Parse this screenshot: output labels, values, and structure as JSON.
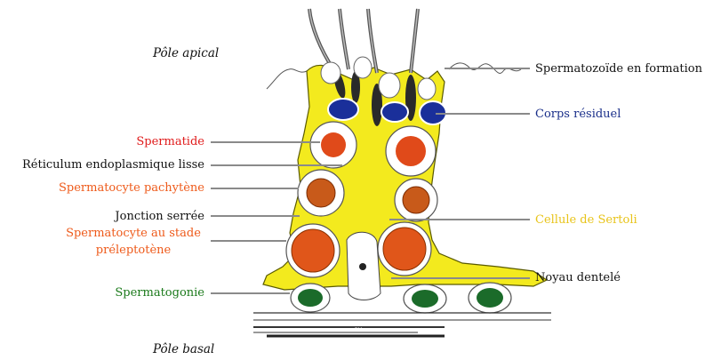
{
  "poles": {
    "apical": "Pôle apical",
    "basal": "Pôle basal"
  },
  "labels": {
    "spermatozoide": "Spermatozoïde en formation",
    "corps_residuel": "Corps résiduel",
    "spermatide": "Spermatide",
    "reticulum": "Réticulum endoplasmique lisse",
    "spermatocyte_pachytene": "Spermatocyte pachytène",
    "jonction": "Jonction serrée",
    "preleptotene_1": "Spermatocyte au stade",
    "preleptotene_2": "préleptotène",
    "sertoli": "Cellule de Sertoli",
    "noyau": "Noyau dentelé",
    "spermatogonie": "Spermatogonie"
  },
  "colors": {
    "black": "#111111",
    "blue": "#1a2f8a",
    "red": "#e01b1b",
    "orange": "#ee5a1a",
    "yellow": "#e8c41a",
    "green": "#1b7a1b",
    "sertoli_fill": "#f3ea1e",
    "leader": "#8a8a8a"
  }
}
